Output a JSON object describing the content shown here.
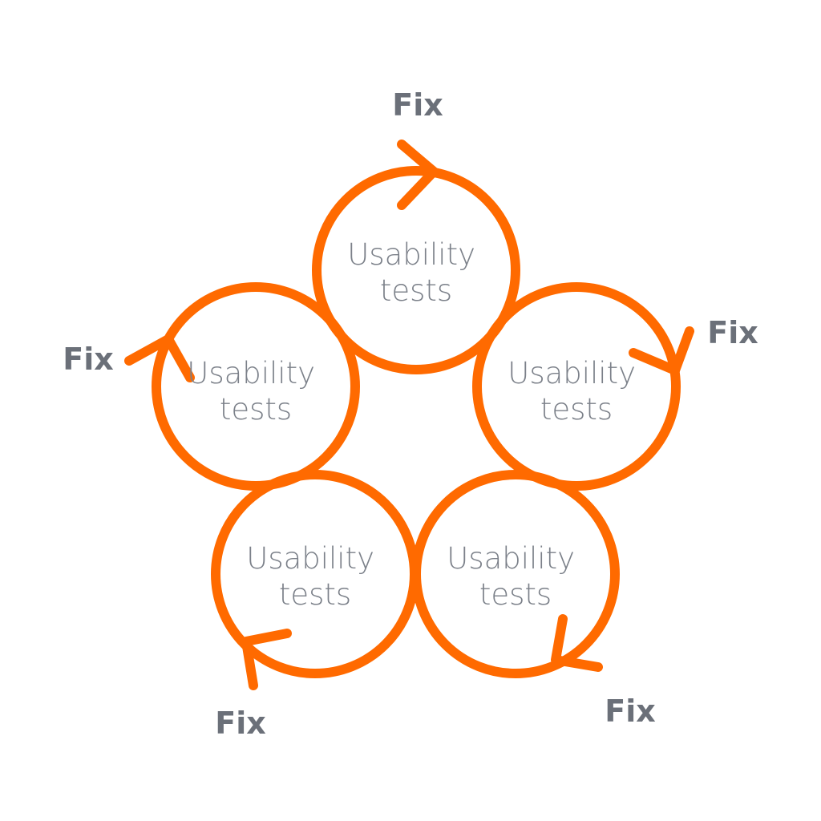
{
  "colors": {
    "cycle_stroke": "#ff6a00",
    "node_text": "#7b8089",
    "fix_text": "#6b7079"
  },
  "nodes": [
    {
      "line1": "Usability",
      "line2": "tests"
    },
    {
      "line1": "Usability",
      "line2": "tests"
    },
    {
      "line1": "Usability",
      "line2": "tests"
    },
    {
      "line1": "Usability",
      "line2": "tests"
    },
    {
      "line1": "Usability",
      "line2": "tests"
    }
  ],
  "fix_labels": [
    "Fix",
    "Fix",
    "Fix",
    "Fix",
    "Fix"
  ]
}
